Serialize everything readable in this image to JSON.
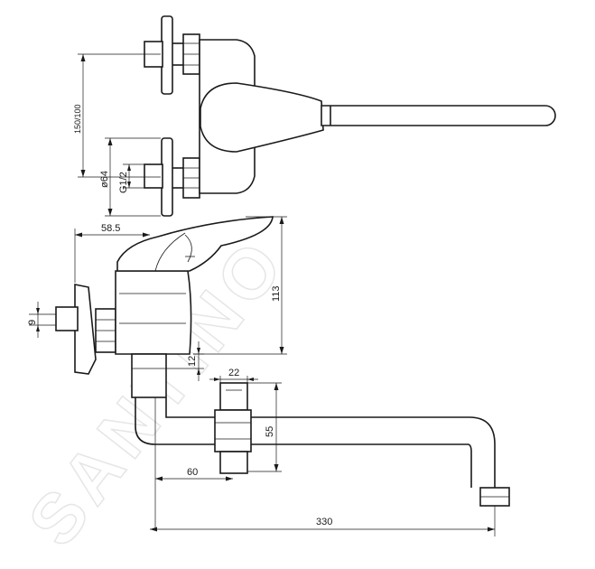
{
  "watermark": "SANTINO",
  "dimensions": {
    "h_150_100": "150/100",
    "d_64": "ø64",
    "g_thread": "G1/2",
    "w_58_5": "58.5",
    "h_113": "113",
    "h_9": "9",
    "h_12": "12",
    "w_22": "22",
    "h_55": "55",
    "w_60": "60",
    "w_330": "330"
  }
}
